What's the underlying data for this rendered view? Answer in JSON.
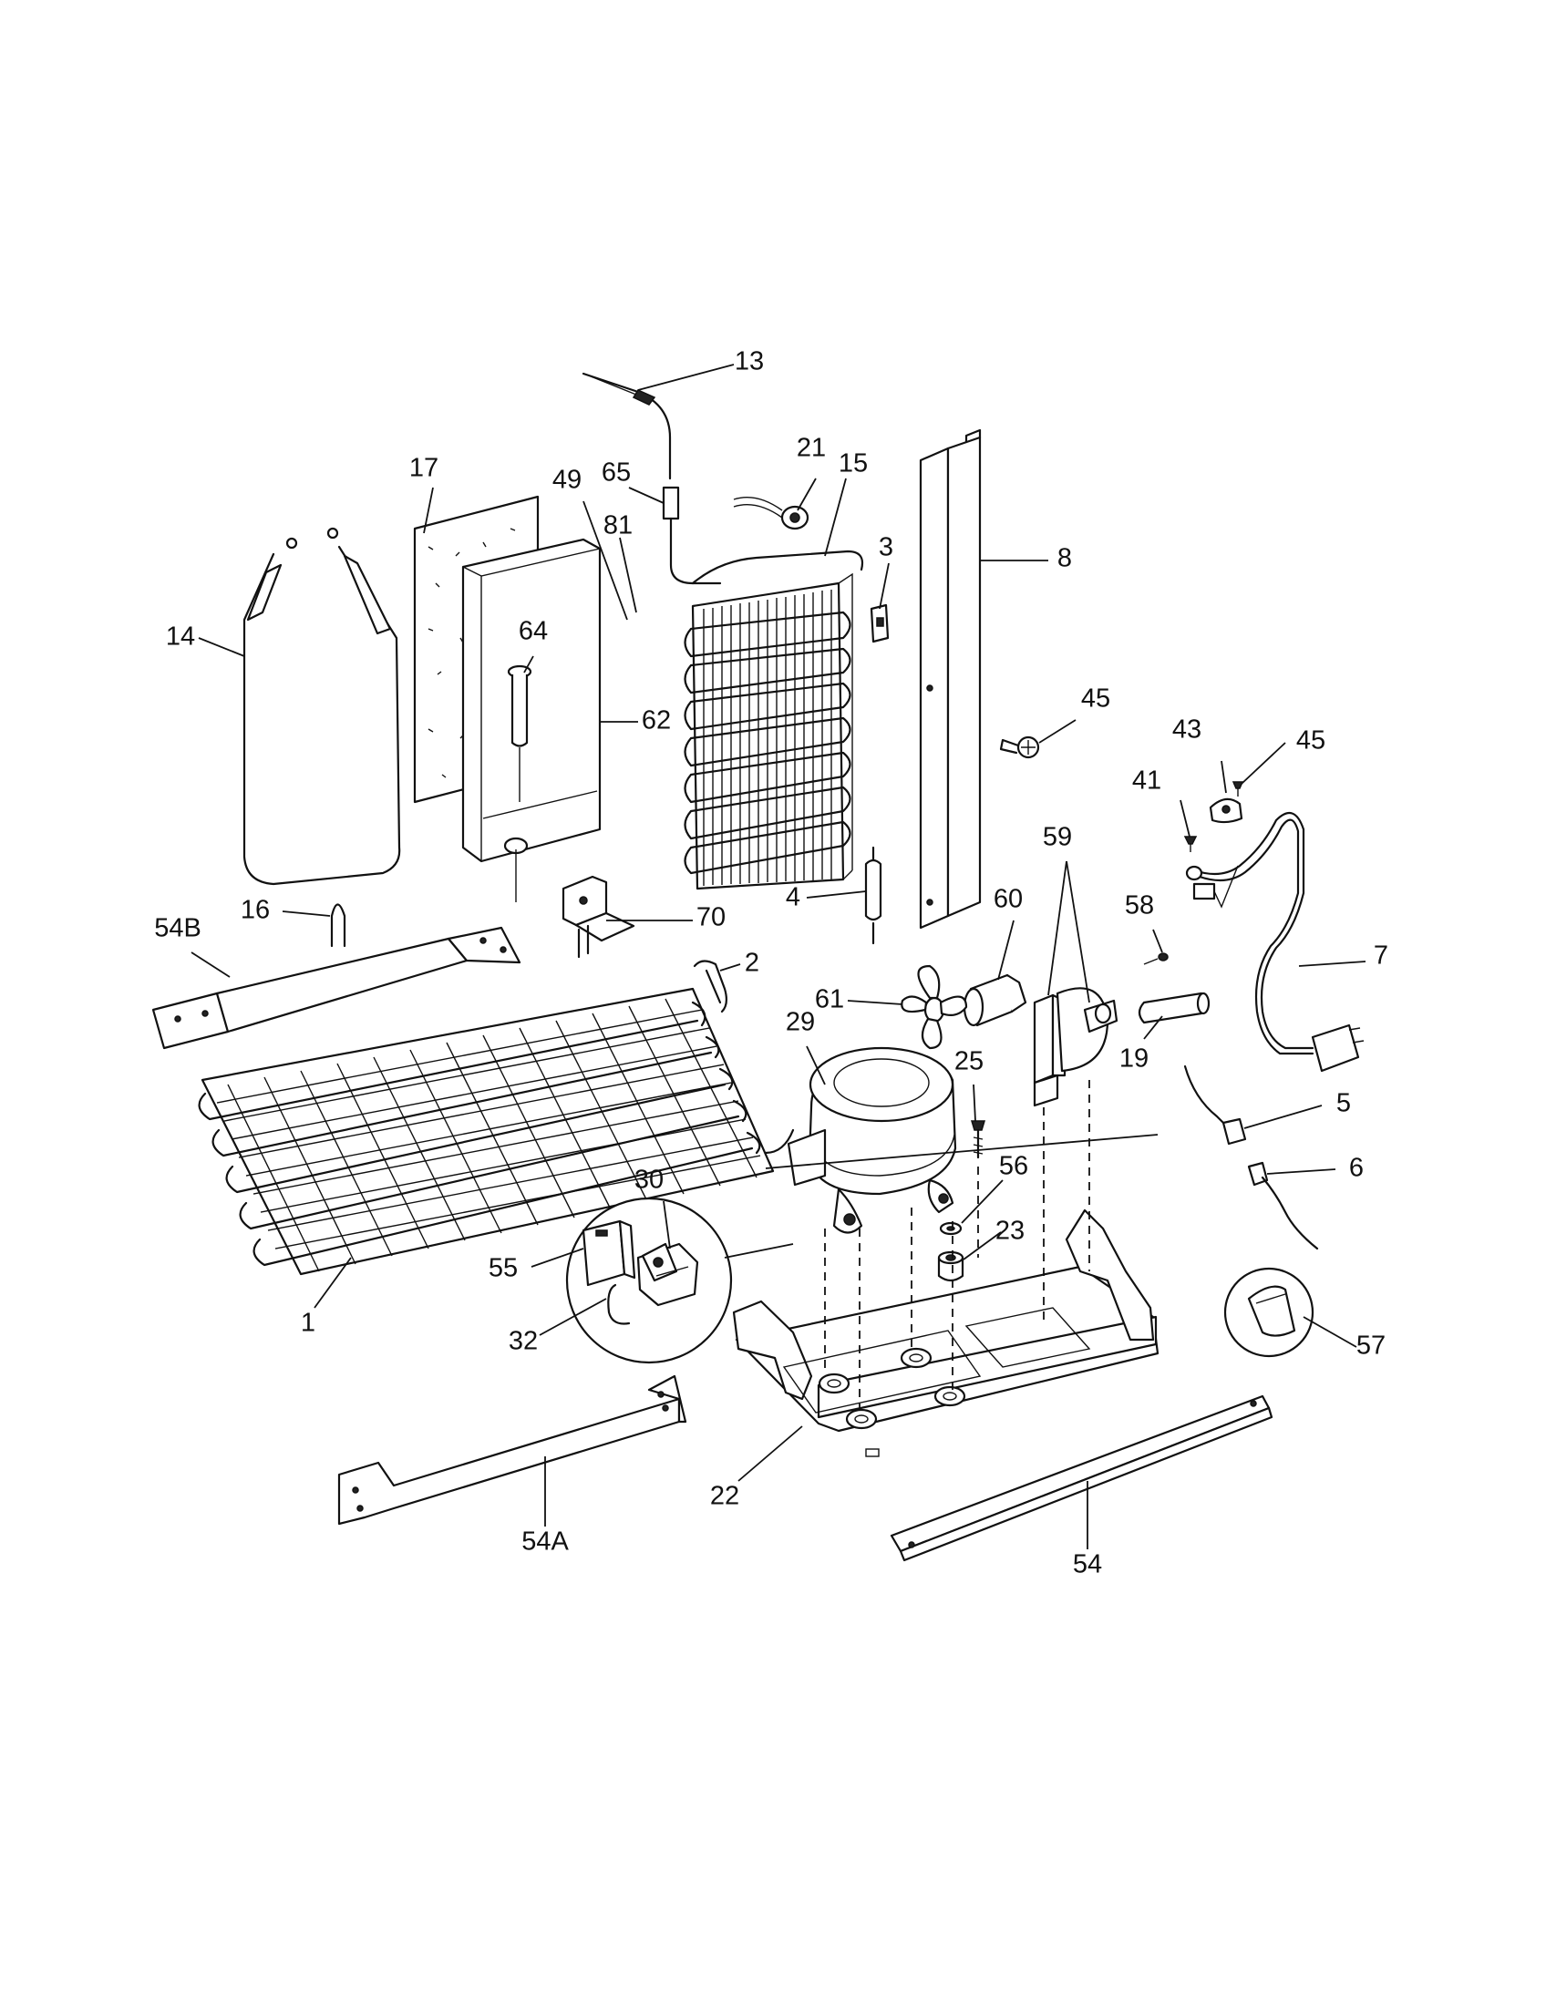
{
  "labels": {
    "p13": "13",
    "p21": "21",
    "p15": "15",
    "p17": "17",
    "p49": "49",
    "p65": "65",
    "p81": "81",
    "p3": "3",
    "p8": "8",
    "p14": "14",
    "p64": "64",
    "p62": "62",
    "p45a": "45",
    "p43": "43",
    "p45b": "45",
    "p41": "41",
    "p59": "59",
    "p60": "60",
    "p58": "58",
    "p7": "7",
    "p4": "4",
    "p16": "16",
    "p70": "70",
    "p54B": "54B",
    "p2": "2",
    "p61": "61",
    "p19": "19",
    "p29": "29",
    "p25": "25",
    "p5": "5",
    "p6": "6",
    "p30": "30",
    "p56": "56",
    "p23": "23",
    "p55": "55",
    "p57": "57",
    "p1": "1",
    "p32": "32",
    "p22": "22",
    "p54A": "54A",
    "p54": "54"
  }
}
